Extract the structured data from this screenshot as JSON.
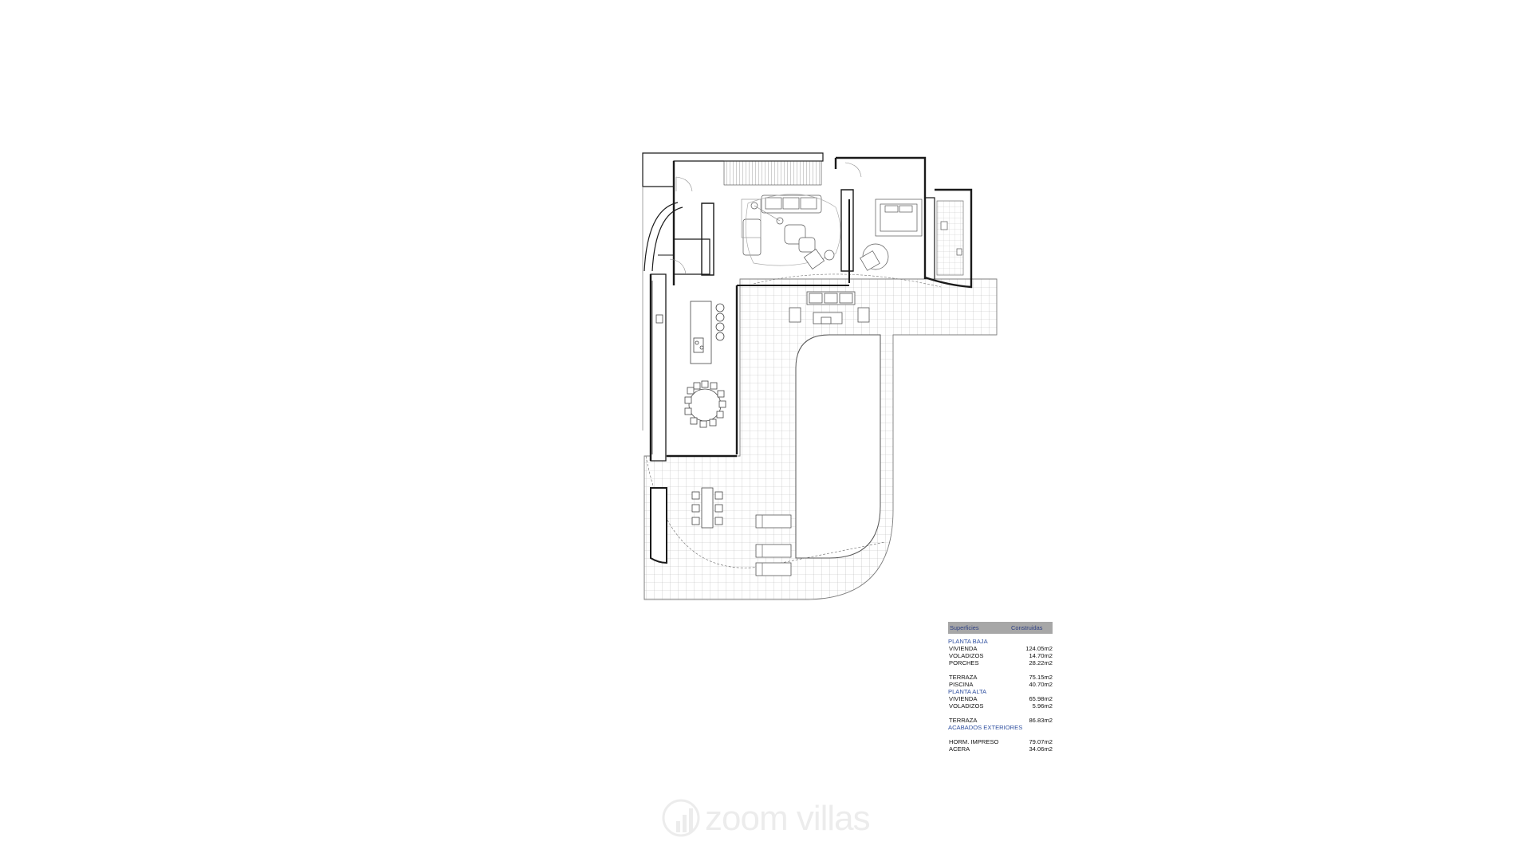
{
  "table": {
    "header": {
      "col1": "Superficies",
      "col2": "Construidas"
    },
    "sections": [
      {
        "title": "PLANTA BAJA",
        "rows": [
          {
            "label": "VIVIENDA",
            "value": "124.05m2"
          },
          {
            "label": "VOLADIZOS",
            "value": "14.70m2"
          },
          {
            "label": "PORCHES",
            "value": "28.22m2"
          }
        ]
      },
      {
        "title": "",
        "rows": [
          {
            "label": "TERRAZA",
            "value": "75.15m2"
          },
          {
            "label": "PISCINA",
            "value": "40.70m2"
          }
        ]
      },
      {
        "title": "PLANTA ALTA",
        "rows": [
          {
            "label": "VIVIENDA",
            "value": "65.98m2"
          },
          {
            "label": "VOLADIZOS",
            "value": "5.96m2"
          }
        ]
      },
      {
        "title": "",
        "rows": [
          {
            "label": "TERRAZA",
            "value": "86.83m2"
          }
        ]
      },
      {
        "title": "ACABADOS EXTERIORES",
        "rows": [
          {
            "label": "HORM. IMPRESO",
            "value": "79.07m2"
          },
          {
            "label": "ACERA",
            "value": "34.06m2"
          }
        ]
      }
    ]
  },
  "watermark": {
    "text": "zoom villas"
  },
  "colors": {
    "line": "#1a1a1a",
    "light_line": "#8a8a8a",
    "header_bg": "#a7a7a7",
    "section_text": "#3050a0"
  }
}
